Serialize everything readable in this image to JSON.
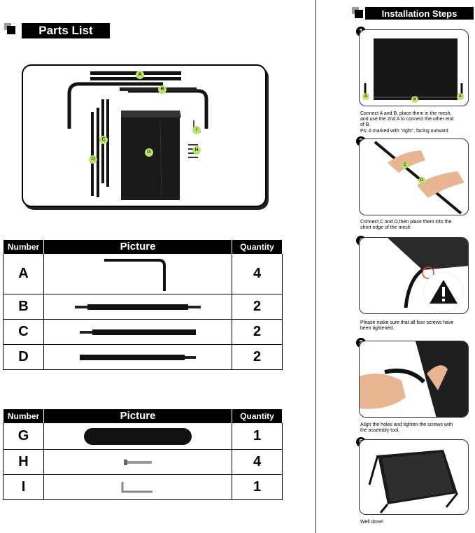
{
  "parts_list": {
    "title": "Parts List",
    "labels": [
      "A",
      "B",
      "C",
      "D",
      "G",
      "I",
      "H"
    ]
  },
  "installation": {
    "title": "Installation Steps",
    "steps": [
      {
        "number": "1",
        "photo_labels": [
          "A",
          "B",
          "A"
        ],
        "caption": [
          "Connect A and B, place them in the mesh,",
          "and use the 2nd A to connect the other end",
          "of B.",
          "Ps: A marked with \"right\", facing outward"
        ]
      },
      {
        "number": "2",
        "photo_labels": [
          "C",
          "D"
        ],
        "caption": [
          "Connect C and D,then place them into the",
          "short edge of the mesh"
        ]
      },
      {
        "number": "4",
        "photo_labels": [],
        "caption": [
          "Please make sure that all four screws have",
          "been tightened."
        ]
      },
      {
        "number": "3",
        "photo_labels": [],
        "caption": [
          "Align the holes and tighten the screws with",
          "the assembly tool."
        ]
      },
      {
        "number": "5",
        "photo_labels": [],
        "caption": [
          "Well done!"
        ]
      }
    ]
  },
  "table1": {
    "headers": [
      "Number",
      "Picture",
      "Quantity"
    ],
    "rows": [
      {
        "number": "A",
        "quantity": "4"
      },
      {
        "number": "B",
        "quantity": "2"
      },
      {
        "number": "C",
        "quantity": "2"
      },
      {
        "number": "D",
        "quantity": "2"
      }
    ]
  },
  "table2": {
    "headers": [
      "Number",
      "Picture",
      "Quantity"
    ],
    "rows": [
      {
        "number": "G",
        "quantity": "1"
      },
      {
        "number": "H",
        "quantity": "4"
      },
      {
        "number": "I",
        "quantity": "1"
      }
    ]
  },
  "colors": {
    "label_badge": "#b7e36a",
    "frame": "#111111",
    "mesh": "#1a1a1a",
    "skin": "#e7b592"
  }
}
